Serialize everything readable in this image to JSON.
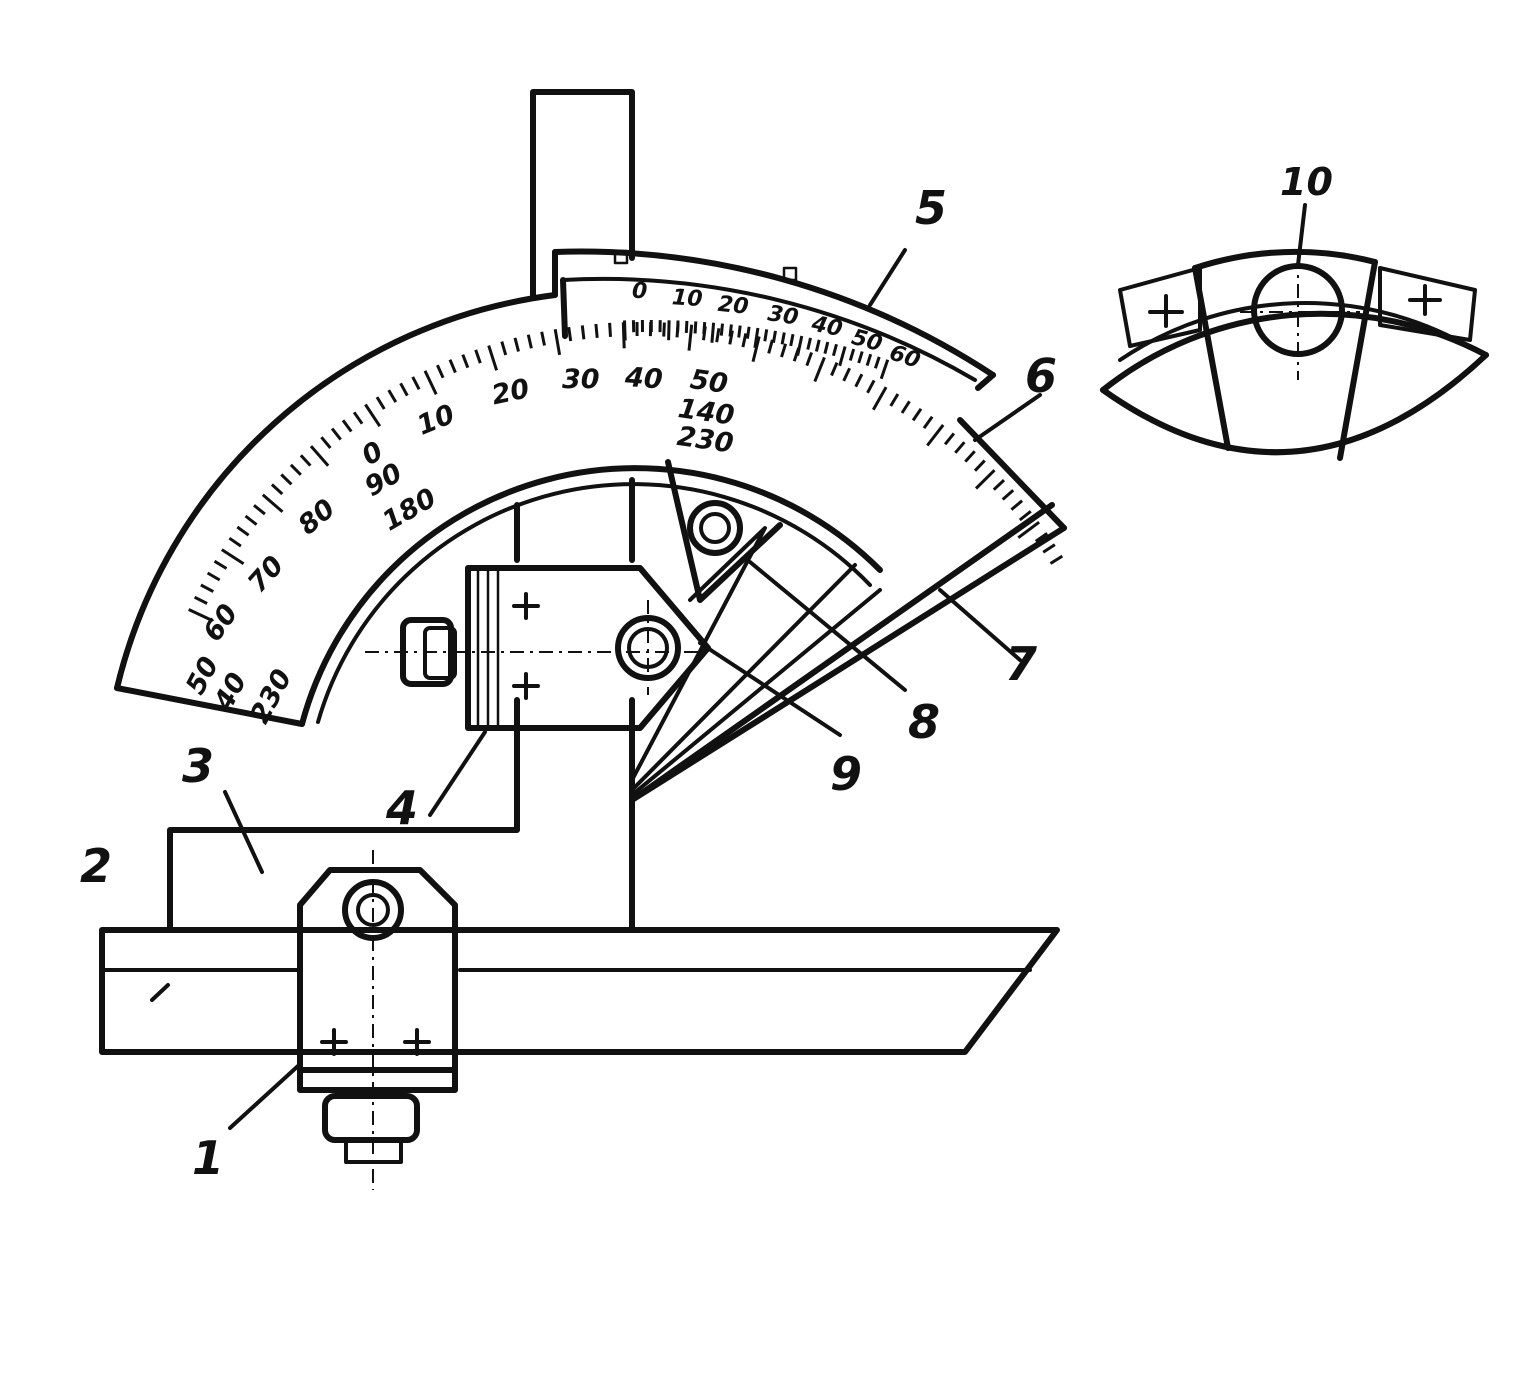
{
  "callouts": {
    "c1": "1",
    "c2": "2",
    "c3": "3",
    "c4": "4",
    "c5": "5",
    "c6": "6",
    "c7": "7",
    "c8": "8",
    "c9": "9",
    "c10": "10"
  },
  "main_scale": {
    "row1": [
      "50",
      "60",
      "70",
      "80",
      "0",
      "10",
      "20",
      "30",
      "40",
      "50"
    ],
    "row2": [
      "40",
      "90",
      "140"
    ],
    "row3": [
      "230",
      "180",
      "230"
    ]
  },
  "vernier_scale": [
    "0",
    "10",
    "20",
    "30",
    "40",
    "50",
    "60"
  ]
}
